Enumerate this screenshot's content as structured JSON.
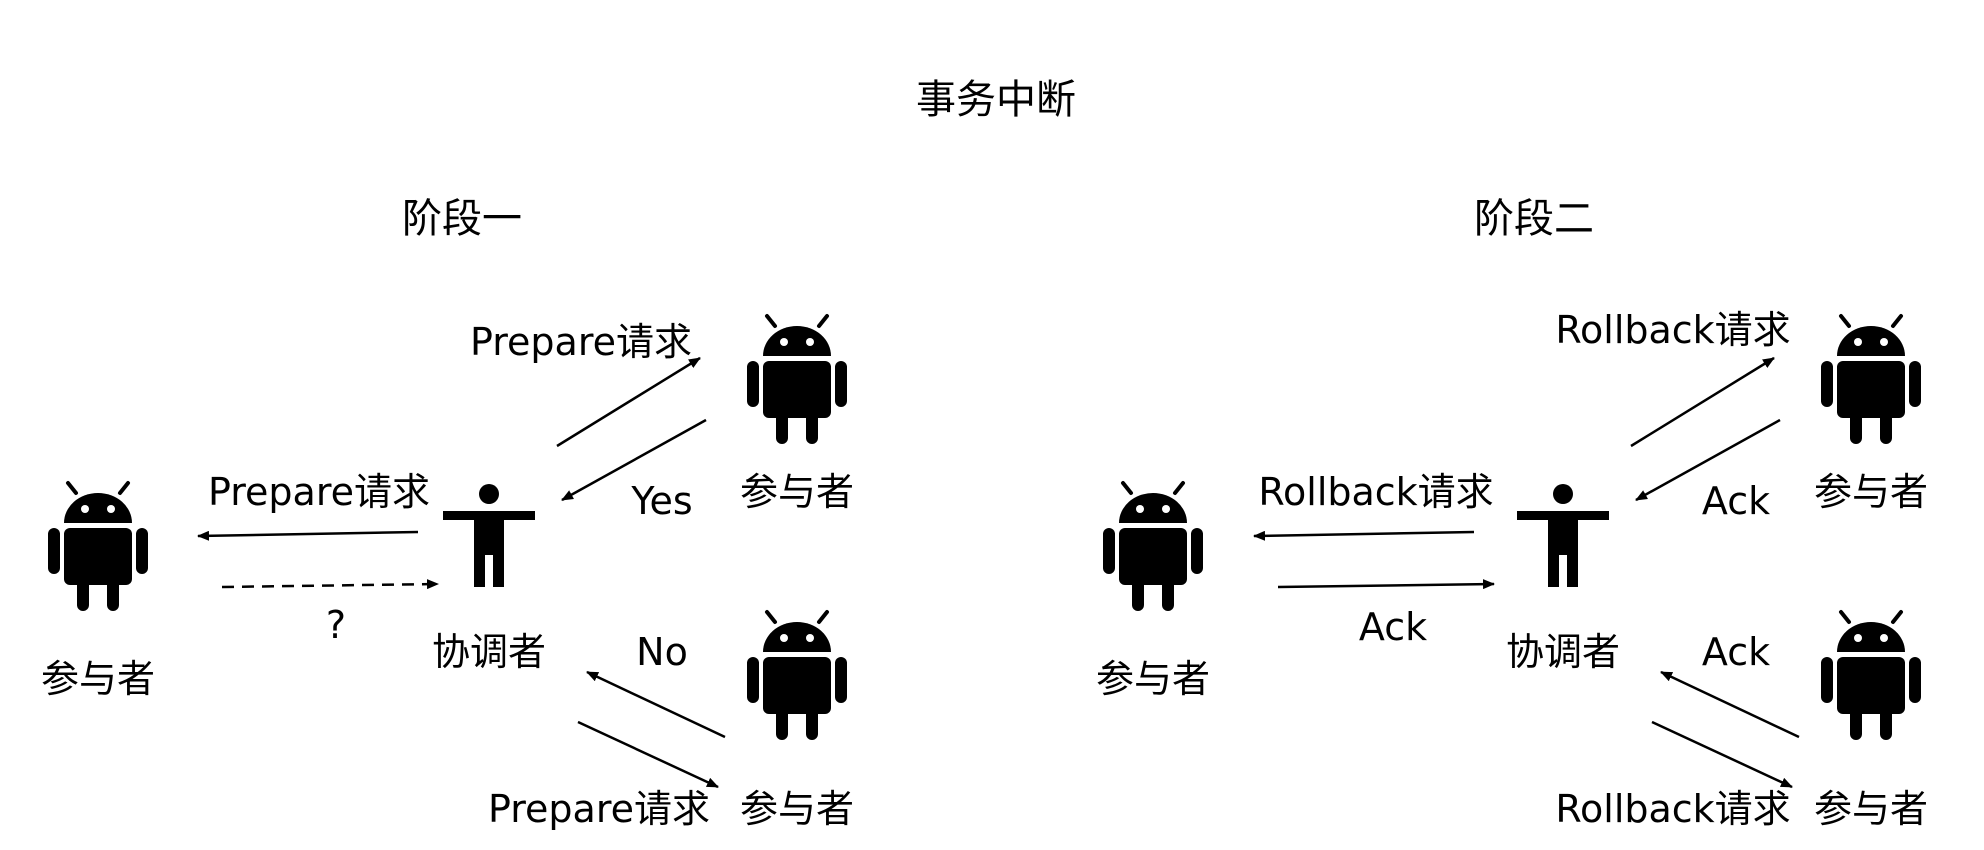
{
  "title": "事务中断",
  "phase1": {
    "heading": "阶段一",
    "coordinator": "协调者",
    "left_participant": "参与者",
    "top_participant": "参与者",
    "bottom_participant": "参与者",
    "to_top_request": "Prepare请求",
    "top_reply": "Yes",
    "to_left_request": "Prepare请求",
    "left_reply": "?",
    "bottom_reply": "No",
    "to_bottom_request": "Prepare请求"
  },
  "phase2": {
    "heading": "阶段二",
    "coordinator": "协调者",
    "left_participant": "参与者",
    "top_participant": "参与者",
    "bottom_participant": "参与者",
    "to_top_request": "Rollback请求",
    "top_reply": "Ack",
    "to_left_request": "Rollback请求",
    "left_reply": "Ack",
    "bottom_reply": "Ack",
    "to_bottom_request": "Rollback请求"
  },
  "icons": {
    "participant": "android-robot-icon",
    "coordinator": "person-icon"
  },
  "colors": {
    "ink": "#000000",
    "background": "#ffffff"
  }
}
